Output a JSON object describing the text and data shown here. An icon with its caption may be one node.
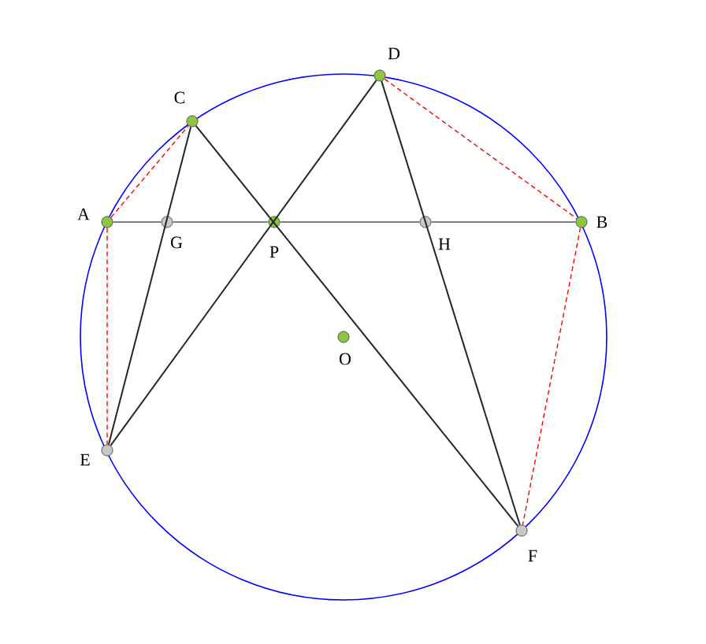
{
  "diagram": {
    "nodes": [
      {
        "text": [
          "A"
        ]
      },
      {
        "text": [
          "B"
        ]
      },
      {
        "text": [
          "C"
        ]
      },
      {
        "text": [
          "D"
        ]
      },
      {
        "text": [
          "E"
        ]
      },
      {
        "text": [
          "F"
        ]
      },
      {
        "text": [
          "G"
        ]
      },
      {
        "text": [
          "H"
        ]
      },
      {
        "text": [
          "P"
        ]
      },
      {
        "text": [
          "O"
        ]
      }
    ],
    "edges": [
      {
        "from": 0,
        "to": 6,
        "arrow": "none",
        "color": "#808080"
      },
      {
        "from": 6,
        "to": 8,
        "arrow": "none",
        "color": "#808080"
      },
      {
        "from": 8,
        "to": 7,
        "arrow": "none",
        "color": "#808080"
      },
      {
        "from": 7,
        "to": 1,
        "arrow": "none",
        "color": "#808080"
      },
      {
        "from": 2,
        "to": 4,
        "arrow": "none"
      },
      {
        "from": 2,
        "to": 5,
        "arrow": "none"
      },
      {
        "from": 3,
        "to": 4,
        "arrow": "none"
      },
      {
        "from": 3,
        "to": 5,
        "arrow": "none"
      },
      {
        "from": 0,
        "to": 2,
        "arrow": "none",
        "style": "dashed",
        "color": "#ff0000"
      },
      {
        "from": 3,
        "to": 1,
        "arrow": "none",
        "style": "dashed",
        "color": "#ff0000"
      },
      {
        "from": 0,
        "to": 4,
        "arrow": "none",
        "style": "dashed",
        "color": "#ff0000"
      },
      {
        "from": 1,
        "to": 5,
        "arrow": "none",
        "style": "dashed",
        "color": "#ff0000"
      }
    ]
  }
}
